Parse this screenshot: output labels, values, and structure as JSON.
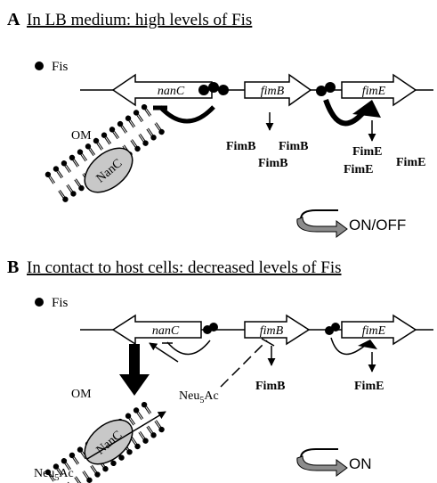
{
  "panel_a": {
    "letter": "A",
    "title": "In LB medium: high levels of Fis",
    "legend_label": "Fis",
    "genes": [
      "nanC",
      "fimB",
      "fimE"
    ],
    "om_label": "OM",
    "protein_label": "NanC",
    "fimb_products": [
      "FimB",
      "FimB",
      "FimB"
    ],
    "fime_products": [
      "FimE",
      "FimE",
      "FimE"
    ],
    "switch_label": "ON/OFF"
  },
  "panel_b": {
    "letter": "B",
    "title": "In contact to host cells: decreased levels of Fis",
    "legend_label": "Fis",
    "genes": [
      "nanC",
      "fimB",
      "fimE"
    ],
    "om_label": "OM",
    "protein_label": "NanC",
    "neu_label_mid": "Neu",
    "neu_sub": "5",
    "neu_suffix": "Ac",
    "neu_label_low": "Neu",
    "fimb_product": "FimB",
    "fime_product": "FimE",
    "switch_label": "ON"
  },
  "colors": {
    "ink": "#000000",
    "protein_fill": "#c8c8c8",
    "switch_arrow": "#8c8c8c"
  }
}
